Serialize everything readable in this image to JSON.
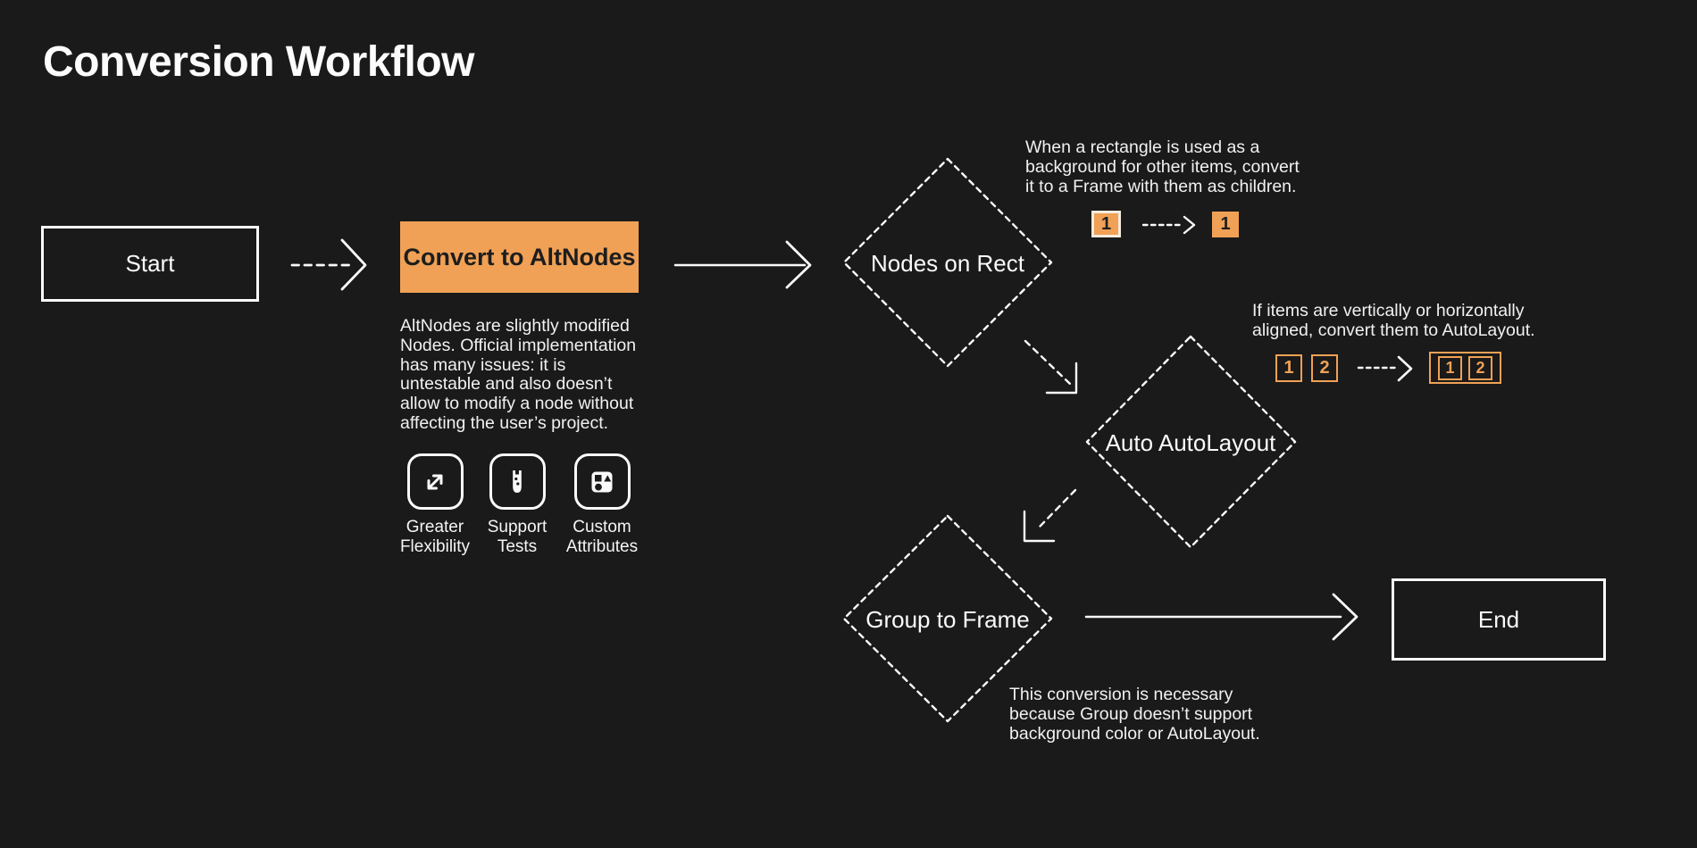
{
  "page": {
    "title": "Conversion Workflow"
  },
  "colors": {
    "background": "#1a1a1a",
    "accent_orange": "#f0a156",
    "text_white": "#fafafa",
    "text_dark": "#1d1d1d"
  },
  "flow": {
    "start": {
      "label": "Start"
    },
    "convert": {
      "label": "Convert to AltNodes",
      "description": "AltNodes are slightly modified\nNodes. Official implementation\nhas many issues: it is\nuntestable and also doesn’t\nallow to modify a node without\naffecting the user’s project."
    },
    "features": [
      {
        "icon": "expand-icon",
        "label": "Greater\nFlexibility"
      },
      {
        "icon": "test-tube-icon",
        "label": "Support\nTests"
      },
      {
        "icon": "variants-icon",
        "label": "Custom\nAttributes"
      }
    ],
    "nodes_on_rect": {
      "label": "Nodes on Rect",
      "note": "When a rectangle is used as a\nbackground for other items, convert\nit to a Frame with them as children.",
      "mini": {
        "before": "1",
        "after": "1"
      }
    },
    "auto_autolayout": {
      "label": "Auto AutoLayout",
      "note": "If items are vertically or horizontally\naligned, convert them to AutoLayout.",
      "mini": {
        "items": [
          "1",
          "2"
        ],
        "grouped": [
          "1",
          "2"
        ]
      }
    },
    "group_to_frame": {
      "label": "Group to Frame",
      "note": "This conversion is necessary\nbecause Group doesn’t support\nbackground color or AutoLayout."
    },
    "end": {
      "label": "End"
    }
  }
}
